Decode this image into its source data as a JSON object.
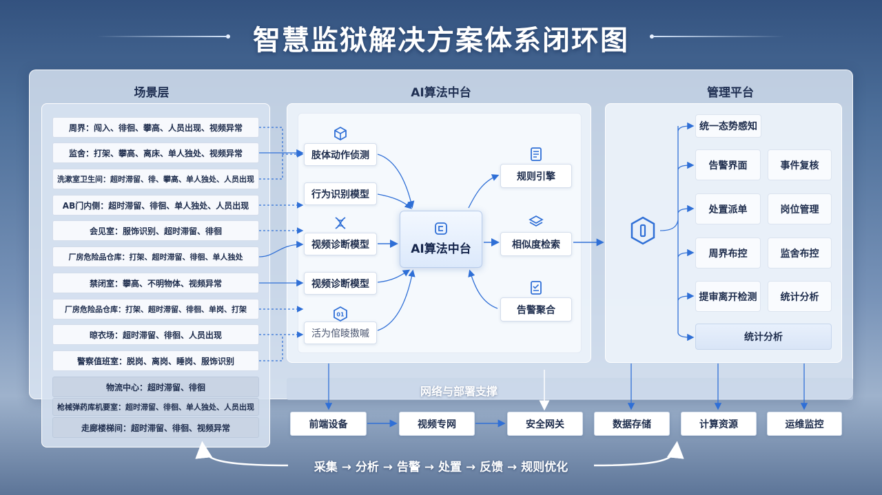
{
  "title": "智慧监狱解决方案体系闭环图",
  "columns": {
    "scene": "场景层",
    "ai": "AI算法中台",
    "mgmt": "管理平台"
  },
  "scenes": [
    "周界：闯入、徘徊、攀高、人员出现、视频异常",
    "监舍：打架、攀高、离床、单人独处、视频异常",
    "洗漱室卫生间：超时滞留、徘、攀高、单人独处、人员出现",
    "AB门内侧：超时滞留、徘徊、单人独处、人员出现",
    "会见室：服饰识别、超时滞留、徘徊",
    "厂房危险品仓库：打架、超时滞留、徘徊、单人独处",
    "禁闭室：攀高、不明物体、视频异常",
    "厂房危险品仓库：打架、超时滞留、徘徊、单岗、打架",
    "晾衣场：超时滞留、徘徊、人员出现",
    "警察值班室：脱岗、离岗、睡岗、服饰识别",
    "物流中心：超时滞留、徘徊",
    "枪械弹药库机要室：超时滞留、徘徊、单人独处、人员出现",
    "走廊楼梯间：超时滞留、徘徊、视频异常"
  ],
  "ai": {
    "models": [
      "肢体动作侦测",
      "行为识别模型",
      "视频诊断模型",
      "视频诊断模型",
      "活为倌睖擞嘁"
    ],
    "center": "AI算法中台",
    "outputs": [
      "规则引擎",
      "相似度检索",
      "告警聚合"
    ]
  },
  "mgmt": {
    "top": "统一态势感知",
    "grid": [
      [
        "告警界面",
        "事件复核"
      ],
      [
        "处置派单",
        "岗位管理"
      ],
      [
        "周界布控",
        "监舍布控"
      ],
      [
        "提审离开检测",
        "统计分析"
      ]
    ],
    "bottom": "统计分析"
  },
  "support": {
    "label": "网络与部署支撑",
    "items": [
      "前端设备",
      "视频专网",
      "安全网关",
      "数据存储",
      "计算资源",
      "运维监控"
    ]
  },
  "loop": "采集 → 分析 → 告警 → 处置 → 反馈 → 规则优化",
  "colors": {
    "accent": "#2f6fd6",
    "navy": "#1d2c4c",
    "panel": "#eef3fa"
  },
  "icons": [
    "cube-icon",
    "dna-icon",
    "dm-badge-icon",
    "chip-icon",
    "document-icon",
    "layers-icon",
    "checklist-icon",
    "hexagon-logo-icon"
  ]
}
